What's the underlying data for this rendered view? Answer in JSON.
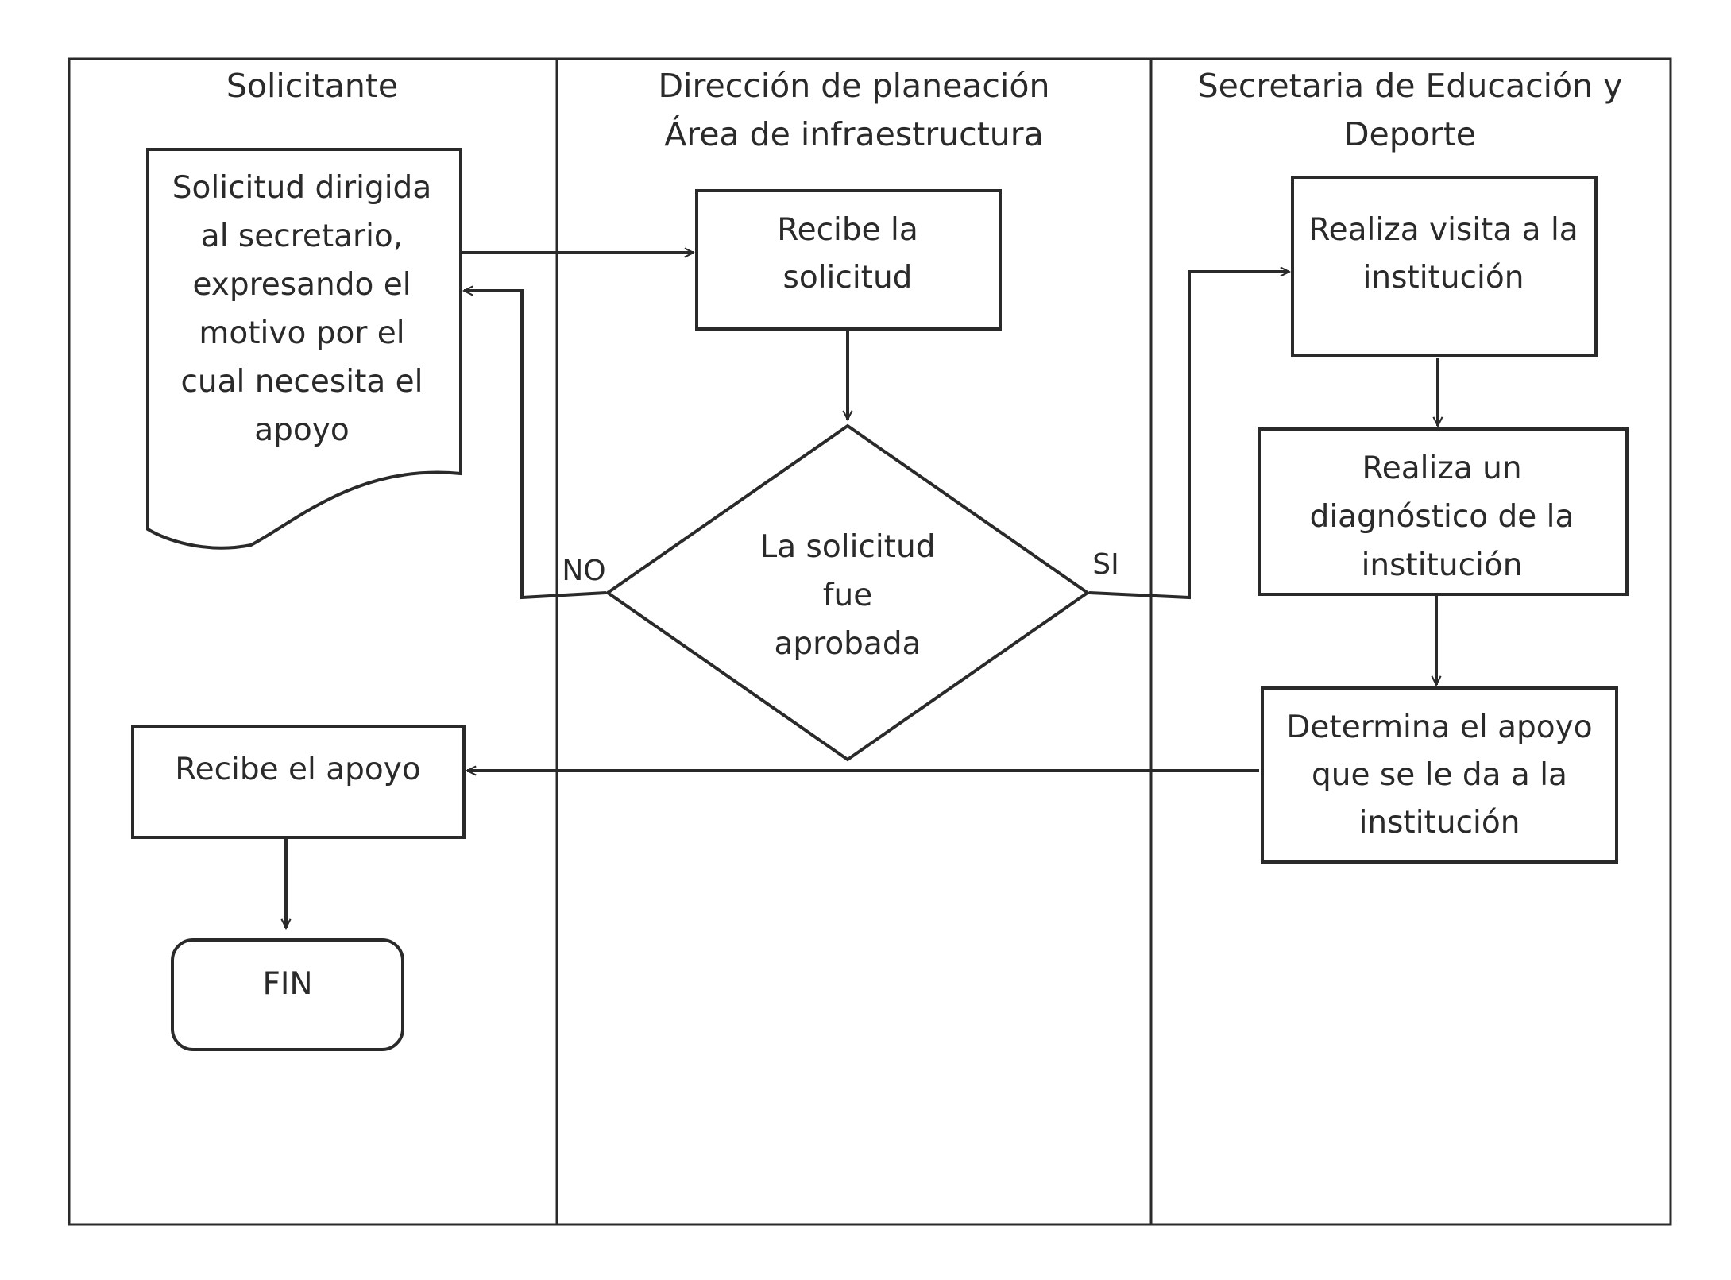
{
  "colors": {
    "stroke": "#2a2a2a",
    "text": "#2a2a2a",
    "background": "#ffffff"
  },
  "lanes": [
    {
      "title_lines": [
        "Solicitante"
      ]
    },
    {
      "title_lines": [
        "Dirección de planeación",
        "Área de infraestructura"
      ]
    },
    {
      "title_lines": [
        "Secretaria de Educación y",
        "Deporte"
      ]
    }
  ],
  "nodes": {
    "solicitud_document": {
      "shape": "document",
      "lines": [
        "Solicitud dirigida",
        "al secretario,",
        "expresando el",
        "motivo por el",
        "cual necesita el",
        "apoyo"
      ]
    },
    "recibe_solicitud": {
      "shape": "process",
      "lines": [
        "Recibe la",
        "solicitud"
      ]
    },
    "decision_aprobada": {
      "shape": "decision",
      "lines": [
        "La solicitud",
        "fue",
        "aprobada"
      ]
    },
    "realiza_visita": {
      "shape": "process",
      "lines": [
        "Realiza visita a la",
        "institución"
      ]
    },
    "realiza_diagnostico": {
      "shape": "process",
      "lines": [
        "Realiza un",
        "diagnóstico de la",
        "institución"
      ]
    },
    "determina_apoyo": {
      "shape": "process",
      "lines": [
        "Determina el apoyo",
        "que se le da a la",
        "institución"
      ]
    },
    "recibe_apoyo": {
      "shape": "process",
      "lines": [
        "Recibe el apoyo"
      ]
    },
    "fin": {
      "shape": "terminator",
      "lines": [
        "FIN"
      ]
    }
  },
  "edges": [
    {
      "from": "solicitud_document",
      "to": "recibe_solicitud",
      "label": ""
    },
    {
      "from": "recibe_solicitud",
      "to": "decision_aprobada",
      "label": ""
    },
    {
      "from": "decision_aprobada",
      "to": "solicitud_document",
      "label": "NO"
    },
    {
      "from": "decision_aprobada",
      "to": "realiza_visita",
      "label": "SI"
    },
    {
      "from": "realiza_visita",
      "to": "realiza_diagnostico",
      "label": ""
    },
    {
      "from": "realiza_diagnostico",
      "to": "determina_apoyo",
      "label": ""
    },
    {
      "from": "determina_apoyo",
      "to": "recibe_apoyo",
      "label": ""
    },
    {
      "from": "recibe_apoyo",
      "to": "fin",
      "label": ""
    }
  ]
}
